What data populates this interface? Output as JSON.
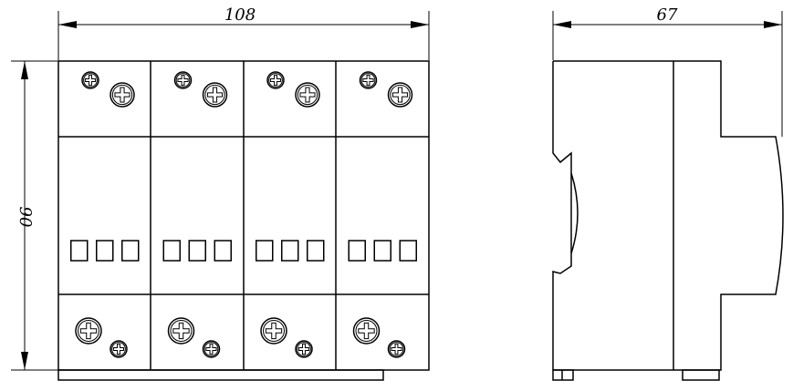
{
  "dimensions": {
    "width_front": "108",
    "height_front": "90",
    "depth_side": "67"
  },
  "front_view": {
    "module_count": 4,
    "indicator_windows_per_module": 3
  }
}
